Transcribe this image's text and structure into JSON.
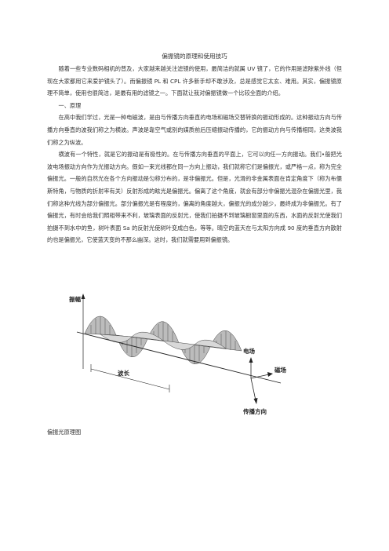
{
  "document": {
    "title": "偏振镜的原理和使用技巧",
    "paragraphs": [
      "随着一些专业数码相机的普及，大家越来越关注滤镜的使用，最简洁的就属 UV 镜了，它的作用是滤除紫外线（但现在大家都用它来爱护镜头了）。而偏振镜 PL 和 CPL 许多新手却不敢涉及，总是感觉它太玄、难用。其实，偏振镜原理不简单，使用也很简洁，是最有用的滤镜之一。下面就让我对偏振镜做一个比较全面的介绍。",
      "一、原理",
      "在高中我们学过，光是一种电磁波，是由与传播方向垂直的电场和磁场交替转换的振动形成的。这种振动方向与传播方向垂直的波我们称之为横波。声波是靠空气或别的媒质前后压缩振动传播的，它的振动方向与传播相同，这类波我们称之为纵波。",
      "横波有一个特性，就是它的振动是有极性的。在与传播方向垂直的平面上，它可以向任一方向振动。我们•般把光波电场振动方向作为光振动方向。假如一束光线都在同一方向上振动，我们就称它们是偏振光，或严格一点，称为完全偏振光。一般的自然光在各个方向振动是匀称分布的，是非偏振光。但是，光滑的非金属表面在肯定角度下（称为布儒斯特角，与物质的折射率有关）反射形成的眩光是偏振光。偏离了这个角度，就会有部分非偏振光混杂在偏振光里，我们称这种光线为部分偏振光。部分偏振光是有程度的，偏离的角度越大，偏振光的成分越少，最终成为非偏振光。有了偏振光，有时会给我们照相带来不利，玻璃表面的反射光，使我们拍摄不到玻璃橱窗里面的东西，水面的反射光使我们拍摄不到水中的鱼，树叶表面 Sa 的反射光使树叶变成白色，等等。晴空的蓝天在与太阳方向成 90 度的垂直方向散射的也是偏振光，它使蓝天变的不那么幽深。这时，我们就需要用到偏振镜。"
    ],
    "figure": {
      "label_amplitude": "振幅",
      "label_wavelength": "波长",
      "label_electric": "电场",
      "label_magnetic": "磁场",
      "label_direction": "传播方向"
    },
    "caption": "偏振光原理图"
  }
}
